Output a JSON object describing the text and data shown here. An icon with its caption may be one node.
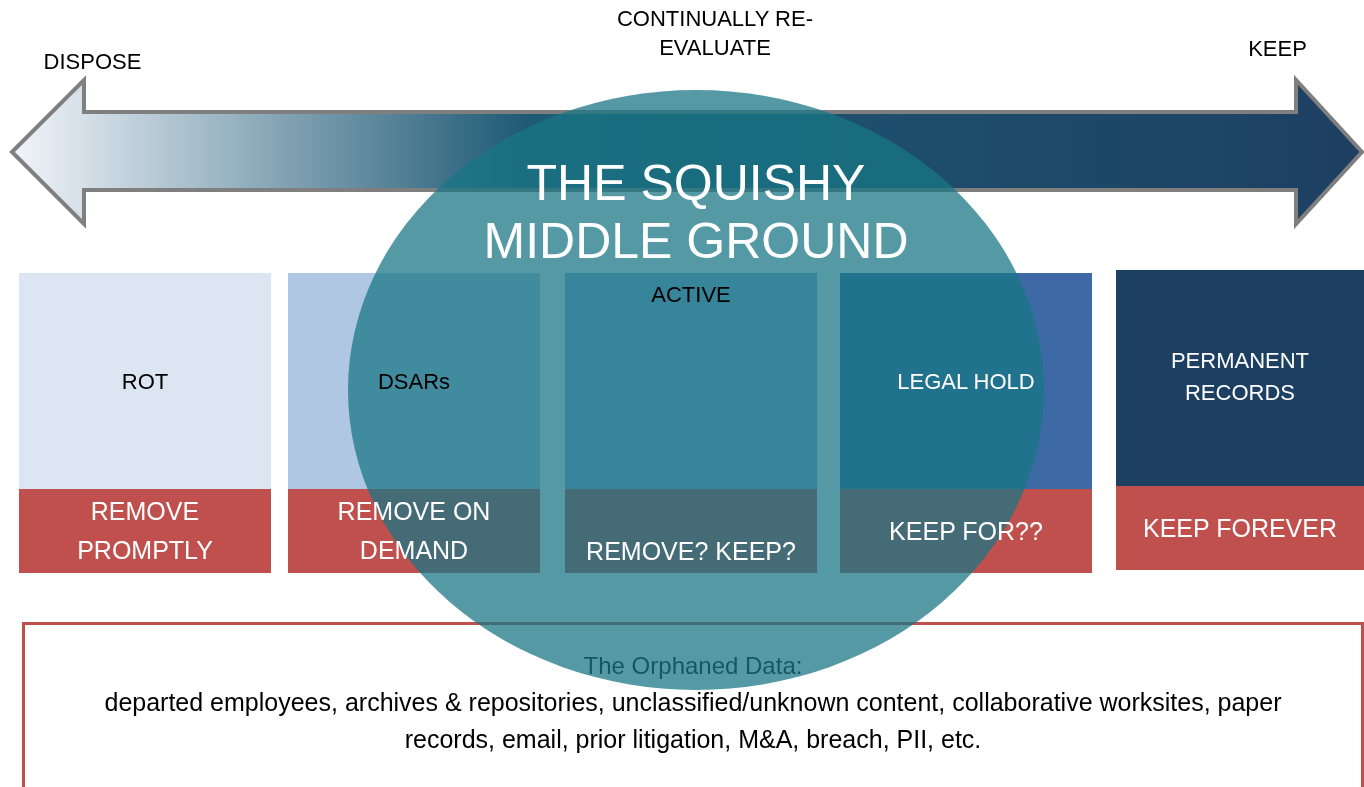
{
  "diagram": {
    "nodes": [
      {
        "text": [
          "ROT",
          "REMOVE PROMPTLY"
        ]
      },
      {
        "text": [
          "DSARs",
          "REMOVE ON DEMAND"
        ]
      },
      {
        "text": [
          "THE SQUISHY MIDDLE GROUND"
        ]
      },
      {
        "text": [
          "ACTIVE",
          "REMOVE? KEEP?"
        ],
        "in": 2
      },
      {
        "text": [
          "LEGAL HOLD",
          "KEEP FOR??"
        ]
      },
      {
        "text": [
          "PERMANENT RECORDS",
          "KEEP FOREVER"
        ]
      },
      {
        "text": [
          "The Orphaned Data:",
          "departed employees, archives & repositories, unclassified/unknown content, collaborative worksites, paper records, email, prior litigation, M&A, breach, PII, etc."
        ]
      }
    ],
    "edges": [],
    "labels": [
      "DISPOSE",
      "CONTINUALLY RE-EVALUATE",
      "KEEP"
    ]
  }
}
